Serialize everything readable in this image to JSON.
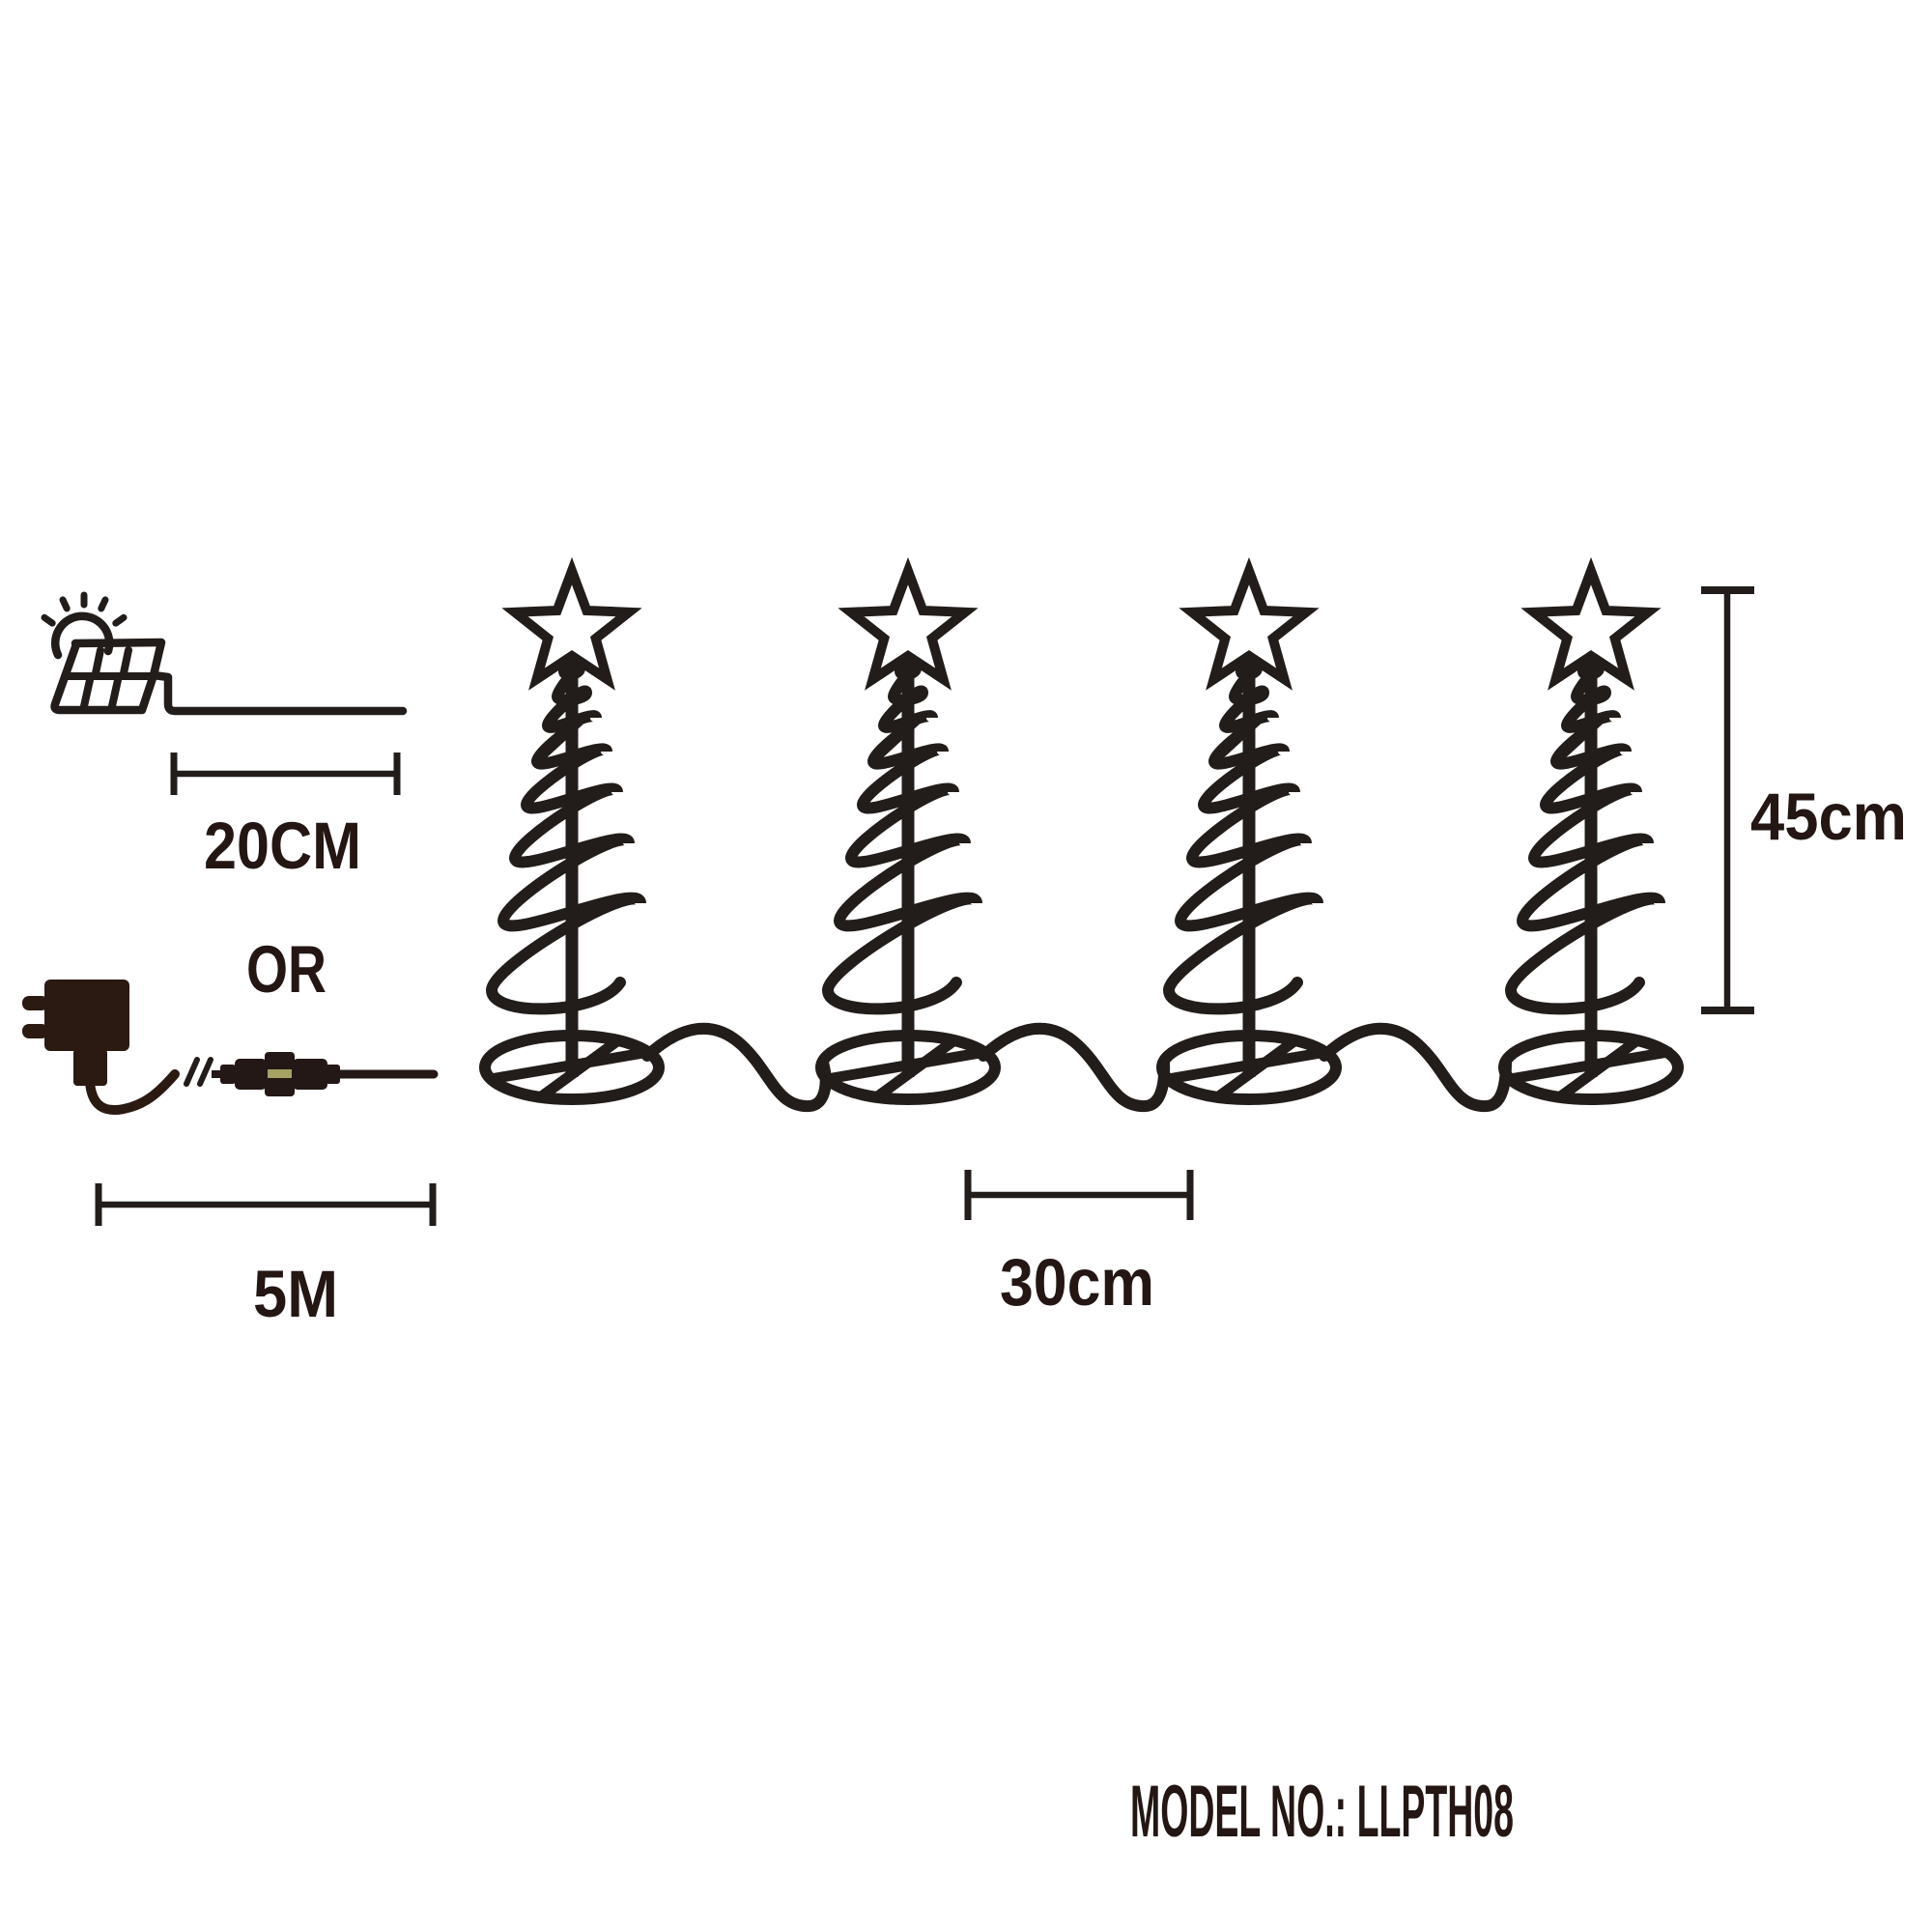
{
  "background": "#ffffff",
  "colors": {
    "ink": "#221d1a",
    "text": "#231613",
    "plug_body": "#2b1a12",
    "connector_stripe": "#a5a263"
  },
  "power_options": {
    "solar_icon": "solar-panel-with-sun",
    "or_label": "OR",
    "solar_cable_label": "20CM",
    "mains_icon": "uk-mains-plug",
    "mains_cable_label": "5M"
  },
  "product": {
    "tree_count": 4,
    "tree_style": "spiral-wire-tree",
    "topper": "star",
    "height_label": "45cm",
    "spacing_label": "30cm"
  },
  "footer": {
    "model_label": "MODEL NO.: LLPTH08"
  }
}
